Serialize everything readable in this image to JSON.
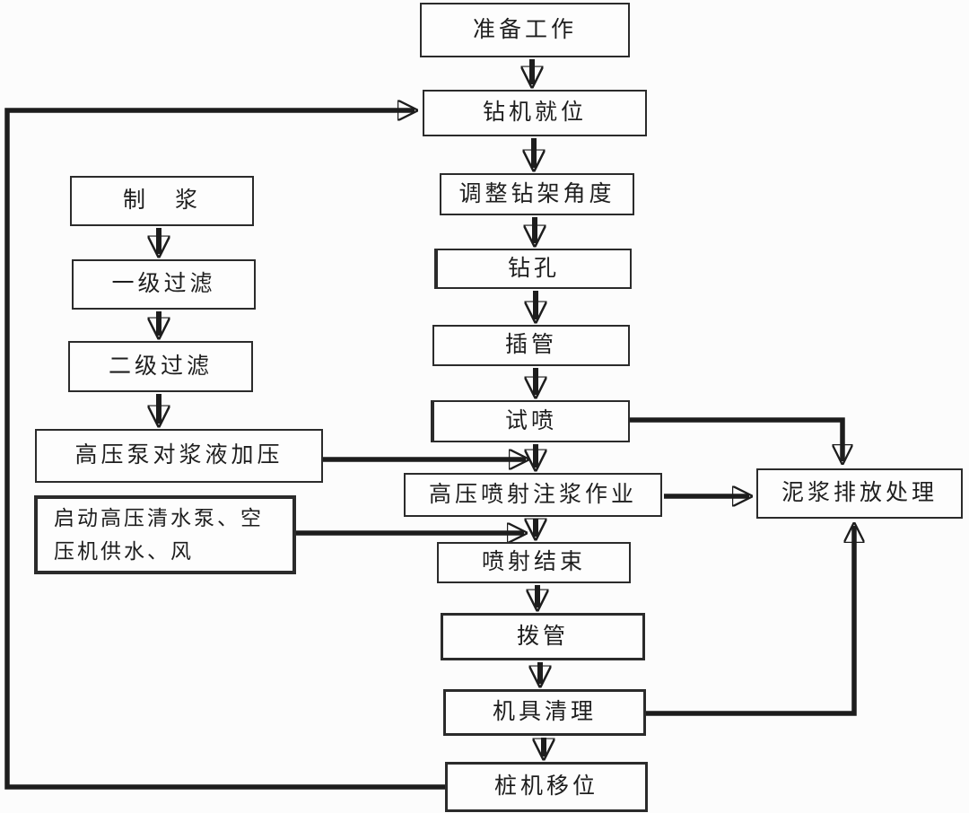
{
  "colors": {
    "line": "#1d1d1d",
    "box_border": "#2b2b2b",
    "background": "#fcfcfc",
    "text": "#1e1e1e"
  },
  "flow": {
    "main": [
      {
        "id": "prepare-work",
        "label": "准备工作"
      },
      {
        "id": "rig-in-place",
        "label": "钻机就位"
      },
      {
        "id": "adjust-frame-angle",
        "label": "调整钻架角度"
      },
      {
        "id": "drilling",
        "label": "钻孔"
      },
      {
        "id": "insert-pipe",
        "label": "插管"
      },
      {
        "id": "trial-jet",
        "label": "试喷"
      },
      {
        "id": "jet-grouting",
        "label": "高压喷射注浆作业"
      },
      {
        "id": "jet-finish",
        "label": "喷射结束"
      },
      {
        "id": "pull-pipe",
        "label": "拨管"
      },
      {
        "id": "equipment-cleaning",
        "label": "机具清理"
      },
      {
        "id": "rig-relocation",
        "label": "桩机移位"
      }
    ],
    "slurry_branch": [
      {
        "id": "slurry-making",
        "label": "制　浆"
      },
      {
        "id": "primary-filter",
        "label": "一级过滤"
      },
      {
        "id": "secondary-filter",
        "label": "二级过滤"
      },
      {
        "id": "pump-pressurize",
        "label": "高压泵对浆液加压"
      },
      {
        "id": "start-water-air-supply",
        "label": "启动高压清水泵、空压机供水、风"
      }
    ],
    "discharge_branch": [
      {
        "id": "mud-discharge-treatment",
        "label": "泥浆排放处理"
      }
    ]
  }
}
